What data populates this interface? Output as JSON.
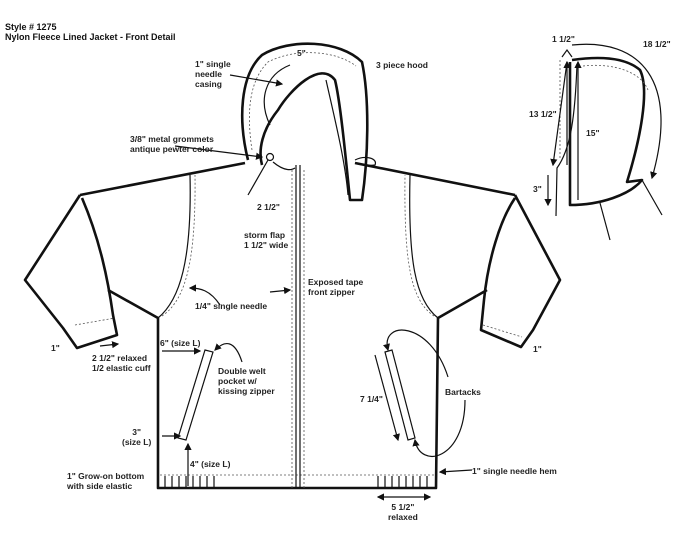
{
  "title": {
    "line1": "Style # 1275",
    "line2": "Nylon Fleece Lined Jacket - Front Detail"
  },
  "callouts": {
    "casing": "1\" single\nneedle\ncasing",
    "hood_panel": "5\"",
    "hood": "3 piece hood",
    "grommets": "3/8\" metal grommets\nantique pewter color",
    "grommet_dist": "2 1/2\"",
    "storm_flap": "storm flap\n1 1/2\" wide",
    "zipper": "Exposed tape\nfront zipper",
    "armhole": "1/4\" single needle",
    "cuff_left": "1\"",
    "cuff": "2 1/2\" relaxed\n1/2 elastic cuff",
    "pocket_from_side": "6\" (size L)",
    "pocket": "Double welt\npocket w/\nkissing zipper",
    "pocket_bottom_side": "3\"\n(size L)",
    "pocket_from_hem": "4\" (size L)",
    "bottom": "1\" Grow-on bottom\nwith side elastic",
    "pocket_length": "7 1/4\"",
    "bartacks": "Bartacks",
    "cuff_right": "1\"",
    "hem": "1\" single needle hem",
    "bottom_width": "5 1/2\"\nrelaxed"
  },
  "hood_detail": {
    "front_width": "1 1/2\"",
    "crown": "18 1/2\"",
    "front_length": "13 1/2\"",
    "height": "15\"",
    "neck": "3\""
  }
}
